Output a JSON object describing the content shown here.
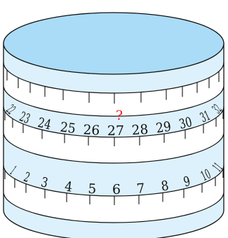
{
  "colors": {
    "top_fill": "#aadcf7",
    "rim_fill": "#ddf1fc",
    "band_fill": "#ffffff",
    "stroke": "#111111",
    "question": "#ee2222"
  },
  "question_mark": "?",
  "middle_band": {
    "labels": [
      "22",
      "23",
      "24",
      "25",
      "26",
      "27",
      "28",
      "29",
      "30",
      "31",
      "32"
    ]
  },
  "bottom_band": {
    "labels": [
      "1",
      "2",
      "3",
      "4",
      "5",
      "6",
      "7",
      "8",
      "9",
      "10",
      "11"
    ]
  }
}
